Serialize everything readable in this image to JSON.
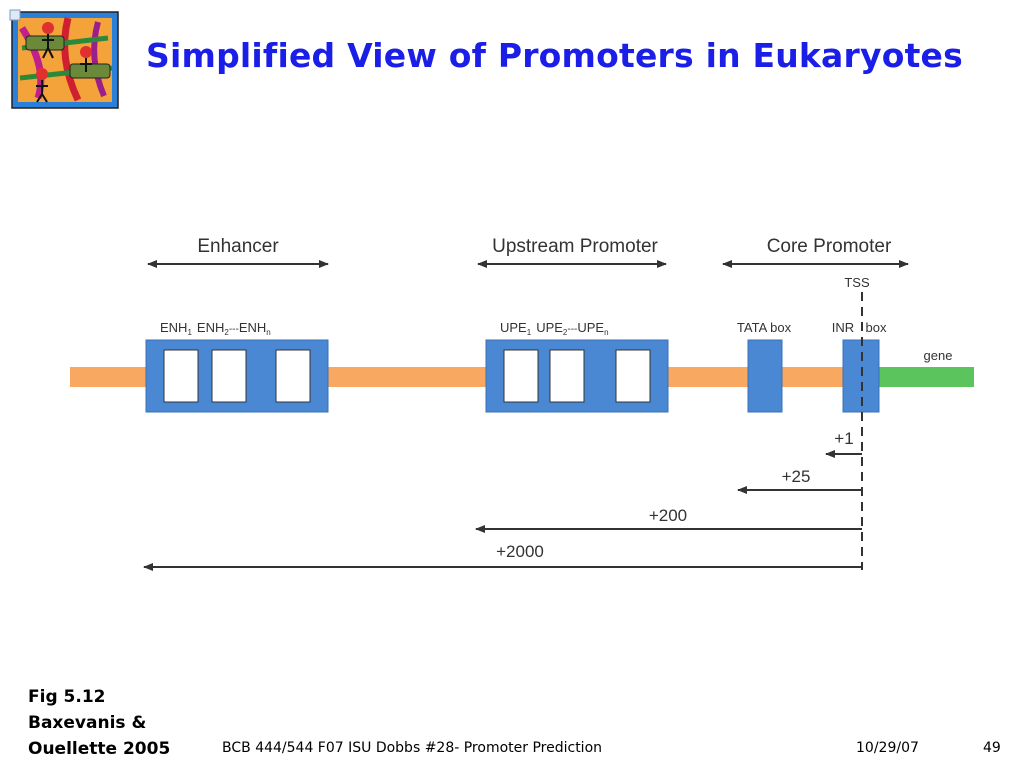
{
  "slide": {
    "title": "Simplified View of Promoters in Eukaryotes"
  },
  "logo": {
    "icon": "dna-people-clipart-icon"
  },
  "diagram": {
    "regions": {
      "enhancer": "Enhancer",
      "upstream_promoter": "Upstream Promoter",
      "core_promoter": "Core Promoter"
    },
    "tss_label": "TSS",
    "enh_labels": {
      "base": "ENH",
      "sub1": "1",
      "sub2": "2",
      "dashes": "---",
      "subn": "n"
    },
    "upe_labels": {
      "base": "UPE",
      "sub1": "1",
      "sub2": "2",
      "dashes": "---",
      "subn": "n"
    },
    "tata_label": "TATA box",
    "inr_label_left": "INR",
    "inr_label_right": "box",
    "gene_label": "gene",
    "distances": [
      "+1",
      "+25",
      "+200",
      "+2000"
    ],
    "colors": {
      "dna": "#f8a860",
      "gene": "#5cc45c",
      "element_fill": "#4a88d4",
      "box_fill": "#ffffff",
      "arrow": "#333333"
    }
  },
  "caption": {
    "line1": "Fig 5.12",
    "line2": "Baxevanis &",
    "line3": "Ouellette 2005"
  },
  "footer": {
    "course": "BCB 444/544 F07 ISU Dobbs #28- Promoter Prediction",
    "date": "10/29/07",
    "page": "49"
  }
}
